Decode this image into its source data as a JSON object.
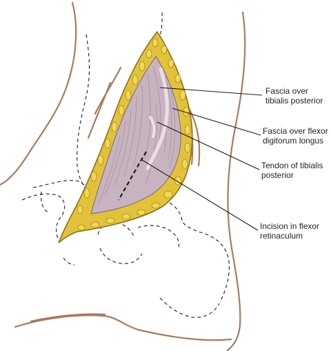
{
  "diagram": {
    "labels": [
      {
        "line1": "Fascia over",
        "line2": "tibialis posterior"
      },
      {
        "line1": "Fascia over flexor",
        "line2": "digitorum longus"
      },
      {
        "line1": "Tendon of tibialis",
        "line2": "posterior"
      },
      {
        "line1": "Incision in flexor",
        "line2": "retinaculum"
      }
    ],
    "colors": {
      "skin_outline": "#a87a5e",
      "fat": "#e2c23a",
      "fat_edge": "#a58a17",
      "fascia": "#c8b4c0",
      "fascia_shadow": "#a993a2",
      "leader": "#1a1a1a",
      "dashed_bone": "#1a1a1a"
    }
  }
}
